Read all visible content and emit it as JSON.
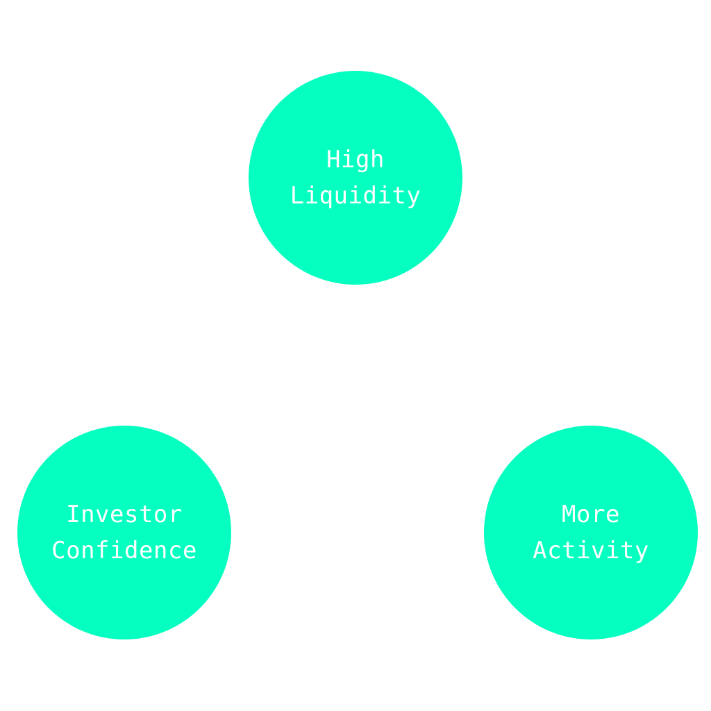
{
  "colors": {
    "node_fill": "#05FFC1",
    "label_text": "#FFFFFF",
    "background": "#FFFFFF"
  },
  "nodes": [
    {
      "line1": "High",
      "line2": "Liquidity"
    },
    {
      "line1": "Investor",
      "line2": "Confidence"
    },
    {
      "line1": "More",
      "line2": "Activity"
    }
  ]
}
